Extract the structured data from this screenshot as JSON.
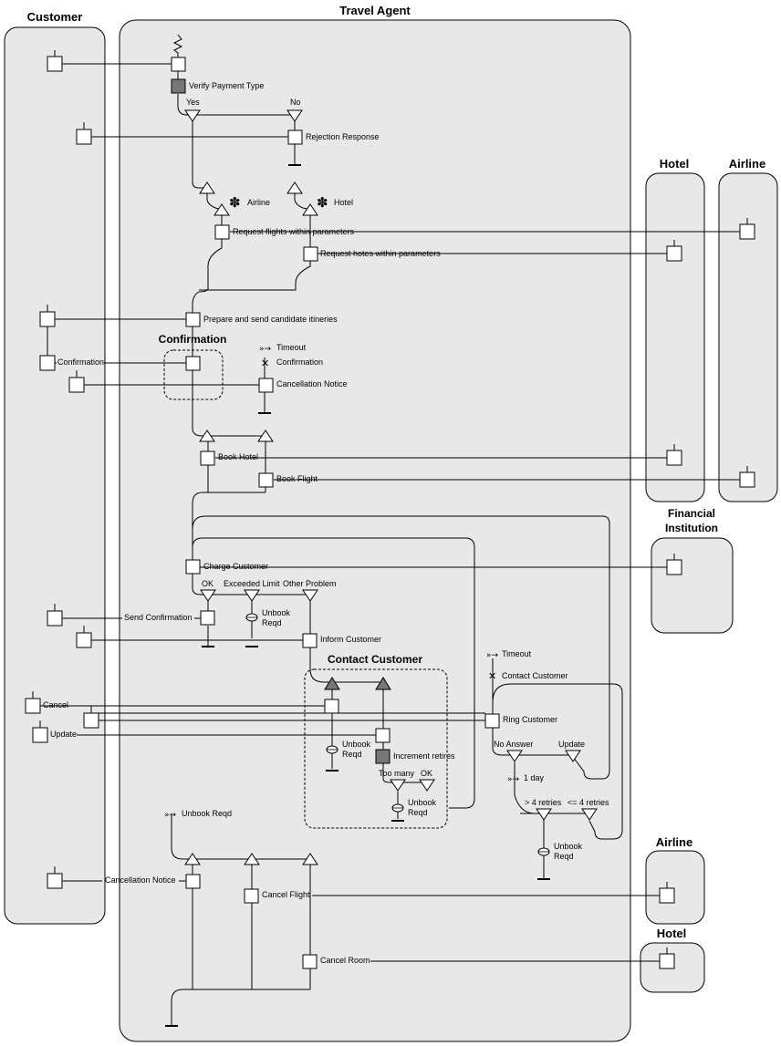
{
  "lanes": {
    "customer": "Customer",
    "travel_agent": "Travel Agent",
    "hotel_top": "Hotel",
    "airline_top": "Airline",
    "financial_1": "Financial",
    "financial_2": "Institution",
    "airline_bottom": "Airline",
    "hotel_bottom": "Hotel"
  },
  "groups": {
    "confirmation": "Confirmation",
    "contact_customer": "Contact Customer"
  },
  "labels": {
    "verify_payment_type": "Verify Payment Type",
    "yes": "Yes",
    "no": "No",
    "rejection_response": "Rejection Response",
    "airline_event": "Airline",
    "hotel_event": "Hotel",
    "request_flights": "Request flights within parameters",
    "request_hotels": "Request hotes within parameters",
    "prepare_itineraries": "Prepare and send candidate itineries",
    "timeout_1": "Timeout",
    "confirmation_event": "Confirmation",
    "customer_confirmation": "Confirmation",
    "cancellation_notice_1": "Cancellation Notice",
    "book_hotel": "Book Hotel",
    "book_flight": "Book Flight",
    "charge_customer": "Charge Customer",
    "ok_1": "OK",
    "exceeded_limit": "Exceeded Limit",
    "other_problem": "Other Problem",
    "send_confirmation": "Send Confirmation",
    "unbook_reqd_1a": "Unbook",
    "unbook_reqd_1b": "Reqd",
    "inform_customer": "Inform Customer",
    "timeout_2": "Timeout",
    "contact_customer_event": "Contact Customer",
    "cancel": "Cancel",
    "update_customer": "Update",
    "ring_customer": "Ring Customer",
    "unbook_reqd_2a": "Unbook",
    "unbook_reqd_2b": "Reqd",
    "increment_retries": "Increment retires",
    "too_many": "Too many",
    "ok_2": "OK",
    "unbook_reqd_3a": "Unbook",
    "unbook_reqd_3b": "Reqd",
    "no_answer": "No Answer",
    "update_branch": "Update",
    "one_day": "1 day",
    "gt4_retries": "> 4 retries",
    "le4_retries": "<= 4 retries",
    "unbook_reqd_4a": "Unbook",
    "unbook_reqd_4b": "Reqd",
    "unbook_reqd_event": "Unbook Reqd",
    "cancellation_notice_2": "Cancellation Notice",
    "cancel_flight": "Cancel Flight",
    "cancel_room": "Cancel Room"
  }
}
